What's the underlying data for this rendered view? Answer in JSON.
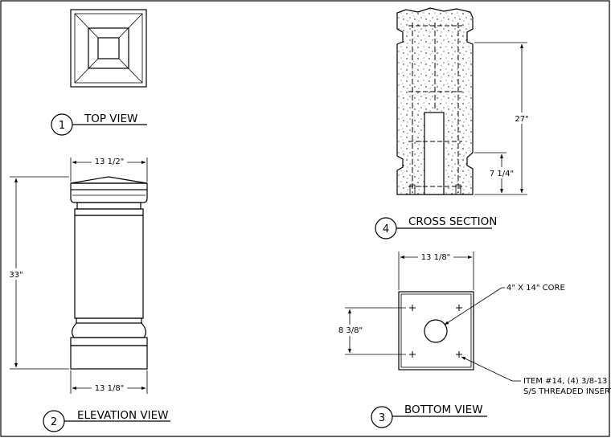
{
  "views": {
    "top_view": {
      "number": "1",
      "title": "TOP VIEW"
    },
    "elevation_view": {
      "number": "2",
      "title": "ELEVATION VIEW",
      "top_width": "13 1/2\"",
      "height": "33\"",
      "bottom_width": "13 1/8\""
    },
    "bottom_view": {
      "number": "3",
      "title": "BOTTOM VIEW",
      "width": "13 1/8\"",
      "insert_spacing": "8 3/8\"",
      "core_note": "4\" X 14\" CORE",
      "insert_note_line1": "ITEM #14, (4) 3/8-13",
      "insert_note_line2": "S/S THREADED INSERTS"
    },
    "cross_section": {
      "number": "4",
      "title": "CROSS SECTION",
      "height_total": "27\"",
      "height_base": "7 1/4\""
    }
  }
}
